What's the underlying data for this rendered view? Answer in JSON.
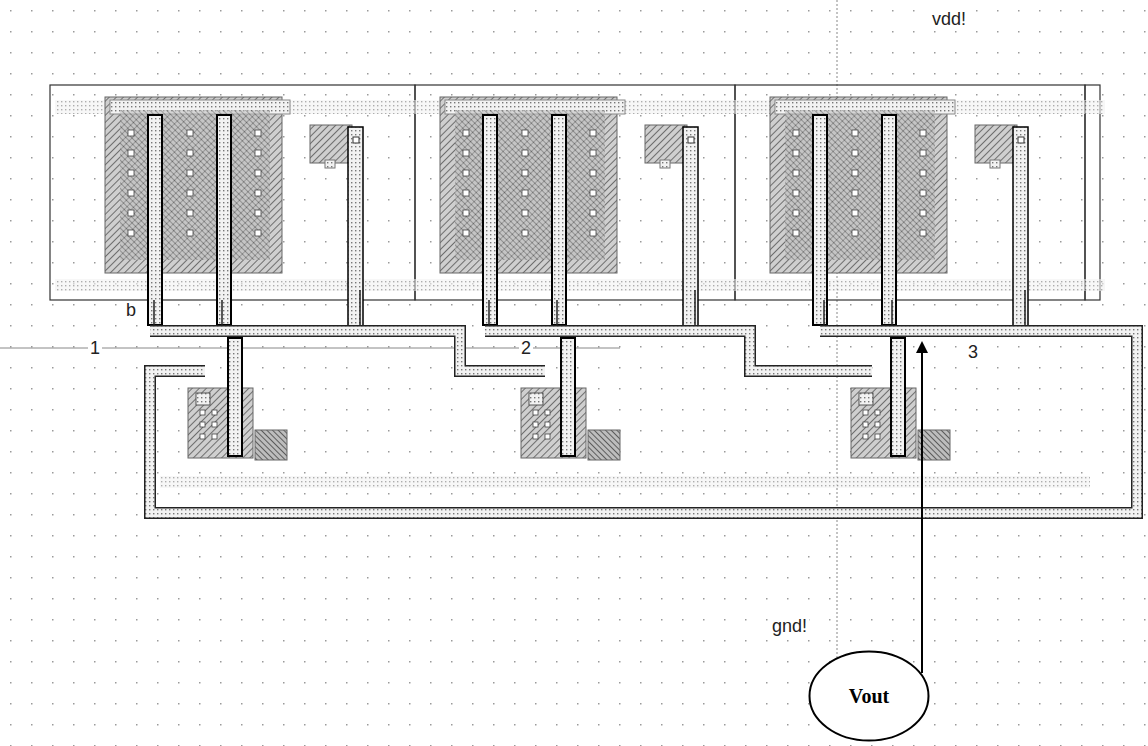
{
  "diagram": {
    "nodes": [
      {
        "text": [
          "Vout"
        ]
      }
    ],
    "edges": [],
    "labels": [
      "vdd!",
      "b",
      "1",
      "2",
      "3",
      "gnd!"
    ]
  }
}
